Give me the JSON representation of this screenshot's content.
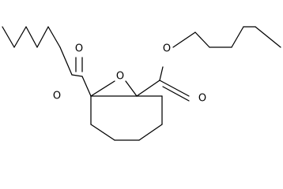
{
  "diagram": {
    "atom_labels": {
      "epoxide_oxygen": "O",
      "left_carbonyl_oxygen": "O",
      "left_ester_oxygen": "O",
      "right_carbonyl_oxygen": "O",
      "right_ester_oxygen": "O"
    },
    "colors": {
      "bond": "#000000",
      "label": "#000000",
      "background": "#ffffff"
    }
  }
}
